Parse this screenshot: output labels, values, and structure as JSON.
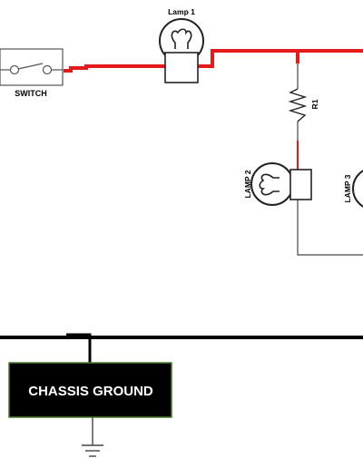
{
  "diagram": {
    "labels": {
      "switch": "SWITCH",
      "lamp1": "Lamp 1",
      "lamp2": "LAMP 2",
      "lamp3": "LAMP 3",
      "r1": "R1",
      "chassis_ground": "CHASSIS GROUND"
    },
    "colors": {
      "hot_wire": "#e31b1b",
      "ground_wire": "#000000",
      "thin_wire": "#444444",
      "chassis_box": "#000000",
      "chassis_box_border": "#4a7a2a",
      "chassis_text": "#ffffff"
    },
    "icons": [
      "switch-icon",
      "lamp-icon",
      "resistor-icon",
      "ground-symbol-icon"
    ]
  }
}
